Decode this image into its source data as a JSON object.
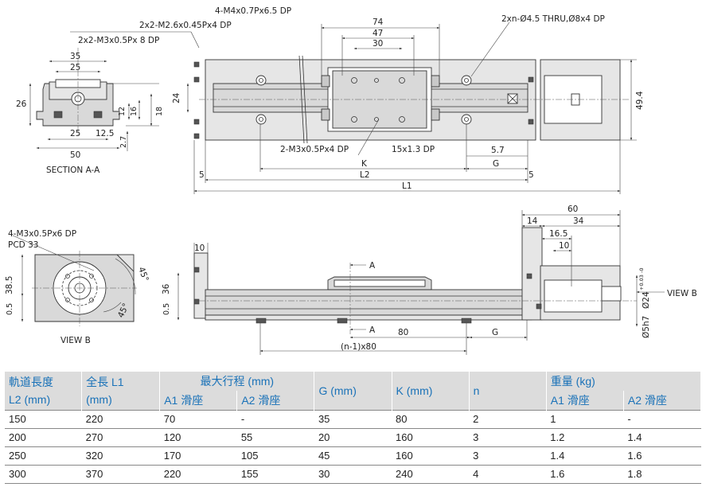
{
  "callouts": {
    "m4": "4-M4x0.7Px6.5 DP",
    "m26": "2x2-M2.6x0.45Px4 DP",
    "m3a": "2x2-M3x0.5Px 8 DP",
    "thru": "2xn-Ø4.5 THRU,Ø8x4 DP",
    "m3b": "2-M3x0.5Px4 DP",
    "dp15": "15x1.3 DP",
    "m3c": "4-M3x0.5Px6 DP",
    "pcd": "PCD 33"
  },
  "labels": {
    "section_aa": "SECTION A-A",
    "view_b": "VIEW B",
    "view_b_arrow": "VIEW B",
    "a_top": "A",
    "a_bottom": "A",
    "k": "K",
    "l2": "L2",
    "l1": "L1",
    "g1": "G",
    "g2": "G",
    "n_pitch": "(n-1)x80"
  },
  "dims": {
    "d74": "74",
    "d47": "47",
    "d30": "30",
    "d35": "35",
    "d25a": "25",
    "d26": "26",
    "d12": "12",
    "d16": "16",
    "d18": "18",
    "d25b": "25",
    "d12_5": "12.5",
    "d2_7": "2.7",
    "d50": "50",
    "d24": "24",
    "d49_4": "49.4",
    "d5_7": "5.7",
    "d5a": "5",
    "d5b": "5",
    "d60": "60",
    "d14": "14",
    "d34": "34",
    "d16_5": "16.5",
    "d10a": "10",
    "d10b": "10",
    "d36": "36",
    "d80": "80",
    "d38_5": "38.5",
    "d0_5a": "0.5",
    "d0_5b": "0.5",
    "d45a": "45°",
    "d45b": "45°",
    "d24_shaft": "Ø24",
    "d24_tol": "+0.03 -0",
    "d5h7": "Ø5h7"
  },
  "table": {
    "h_l2": "軌道長度\nL2 (mm)",
    "h_l1": "全長 L1\n(mm)",
    "h_stroke": "最大行程 (mm)",
    "h_stroke_a1": "A1 滑座",
    "h_stroke_a2": "A2 滑座",
    "h_g": "G (mm)",
    "h_k": "K (mm)",
    "h_n": "n",
    "h_weight": "重量 (kg)",
    "h_weight_a1": "A1 滑座",
    "h_weight_a2": "A2 滑座",
    "rows": [
      [
        "150",
        "220",
        "70",
        "-",
        "35",
        "80",
        "2",
        "1",
        "-"
      ],
      [
        "200",
        "270",
        "120",
        "55",
        "20",
        "160",
        "3",
        "1.2",
        "1.4"
      ],
      [
        "250",
        "320",
        "170",
        "105",
        "45",
        "160",
        "3",
        "1.4",
        "1.6"
      ],
      [
        "300",
        "370",
        "220",
        "155",
        "30",
        "240",
        "4",
        "1.6",
        "1.8"
      ]
    ]
  }
}
